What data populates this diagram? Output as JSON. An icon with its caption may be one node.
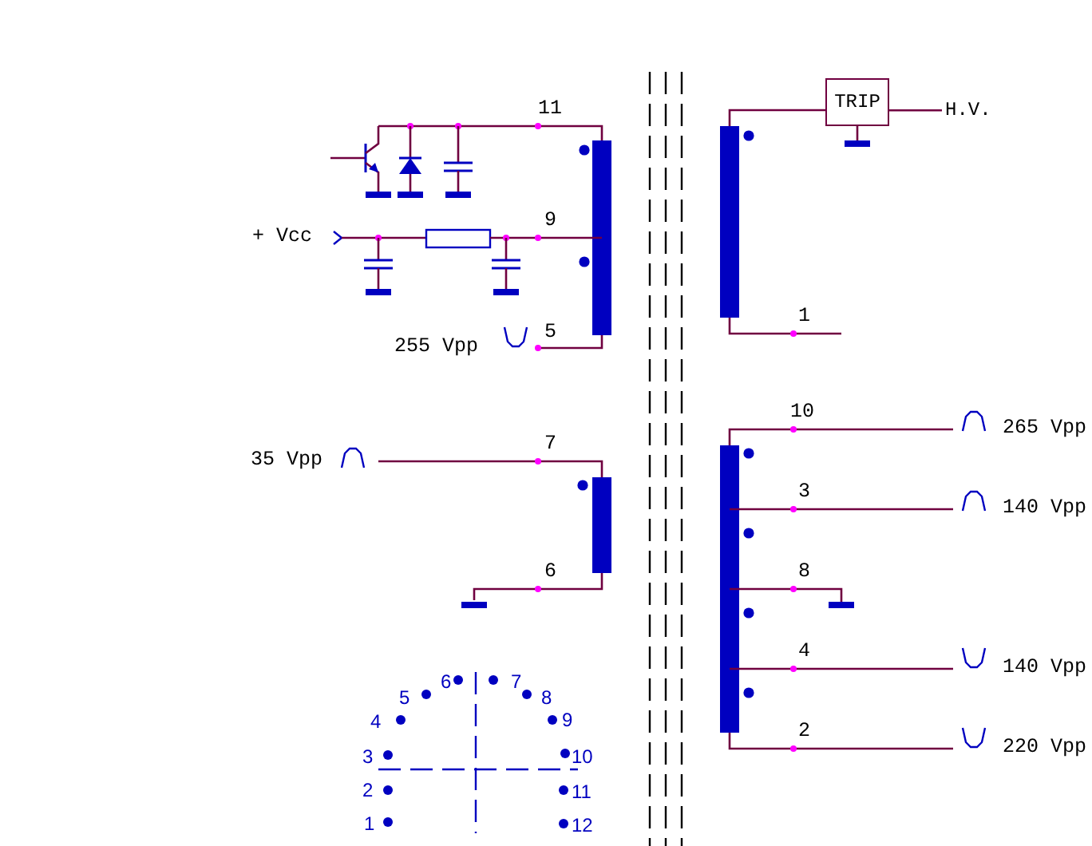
{
  "diagram": {
    "nodes": [
      {
        "text": [
          "TRIP"
        ]
      },
      {
        "text": [
          "H.V."
        ]
      }
    ],
    "edges": [
      {
        "from": 0,
        "to": 1,
        "arrow": "none"
      }
    ],
    "labels": [
      "11",
      "+ Vcc",
      "9",
      "255 Vpp",
      "5",
      "1",
      "10",
      "265 Vpp",
      "35 Vpp",
      "7",
      "3",
      "140 Vpp",
      "6",
      "8",
      "4",
      "140 Vpp",
      "2",
      "220 Vpp",
      "6",
      "7",
      "5",
      "8",
      "4",
      "9",
      "3",
      "10",
      "2",
      "11",
      "1",
      "12"
    ]
  }
}
